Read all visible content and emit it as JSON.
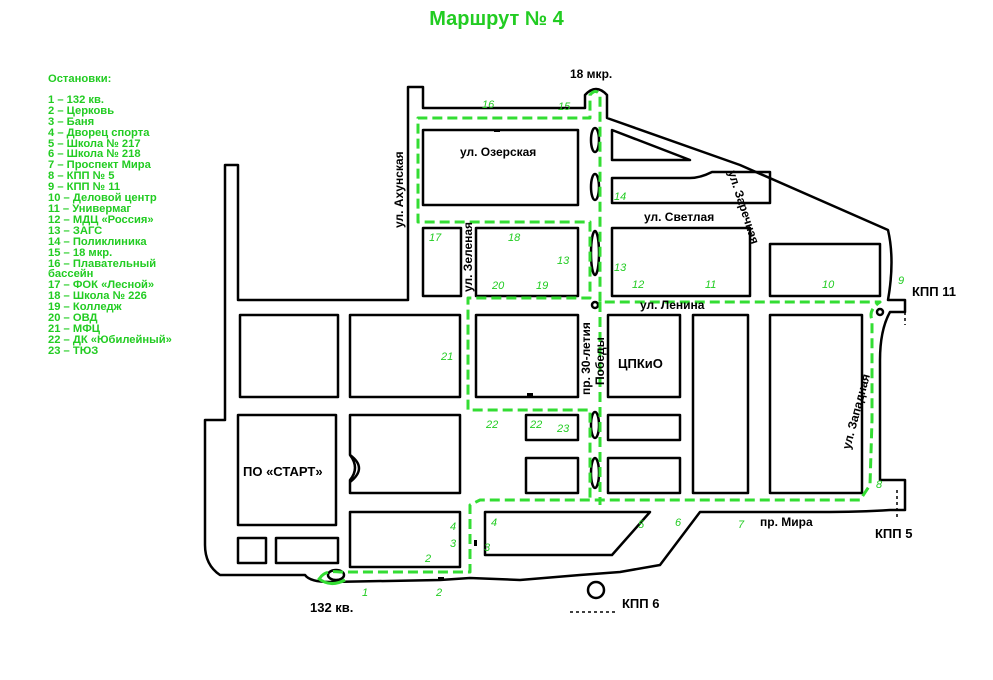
{
  "colors": {
    "route": "#33dd33",
    "text_green": "#22cc22",
    "streets": "#000000",
    "background": "#ffffff"
  },
  "title": "Маршрут № 4",
  "legend": {
    "header": "Остановки:",
    "items": [
      "1 – 132 кв.",
      "2 – Церковь",
      "3 – Баня",
      "4 – Дворец спорта",
      "5 – Школа № 217",
      "6 – Школа № 218",
      "7 – Проспект Мира",
      "8 – КПП № 5",
      "9 – КПП № 11",
      "10 – Деловой центр",
      "11 – Универмаг",
      "12 – МДЦ «Россия»",
      "13 – ЗАГС",
      "14 – Поликлиника",
      "15 – 18 мкр.",
      "16 – Плавательный бассейн",
      "17 – ФОК «Лесной»",
      "18 – Школа № 226",
      "19 – Колледж",
      "20 – ОВД",
      "21 – МФЦ",
      "22 – ДК «Юбилейный»",
      "23 – ТЮЗ"
    ]
  },
  "map": {
    "places": {
      "mkr18": "18 мкр.",
      "kpp11": "КПП 11",
      "kpp5": "КПП 5",
      "kpp6": "КПП 6",
      "kv132": "132 кв.",
      "start": "ПО «СТАРТ»",
      "cpkio": "ЦПКиО"
    },
    "streets": {
      "ozerskaya": "ул. Озерская",
      "svetlaya": "ул. Светлая",
      "lenina": "ул. Ленина",
      "mira": "пр. Мира",
      "akhunskaya": "ул. Ахунская",
      "zelenaya": "ул. Зеленая",
      "zarechnaya": "ул. Заречная",
      "zapadnaya": "ул. Западная",
      "pobedy_1": "пр. 30-летия",
      "pobedy_2": "Победы"
    },
    "stop_marks": {
      "s1": "1",
      "s2a": "2",
      "s2b": "2",
      "s3a": "3",
      "s3b": "3",
      "s4a": "4",
      "s4b": "4",
      "s5": "5",
      "s6": "6",
      "s7": "7",
      "s8": "8",
      "s9": "9",
      "s10": "10",
      "s11": "11",
      "s12": "12",
      "s13a": "13",
      "s13b": "13",
      "s14": "14",
      "s15": "15",
      "s16": "16",
      "s17": "17",
      "s18": "18",
      "s19": "19",
      "s20": "20",
      "s21": "21",
      "s22a": "22",
      "s22b": "22",
      "s23": "23"
    }
  }
}
